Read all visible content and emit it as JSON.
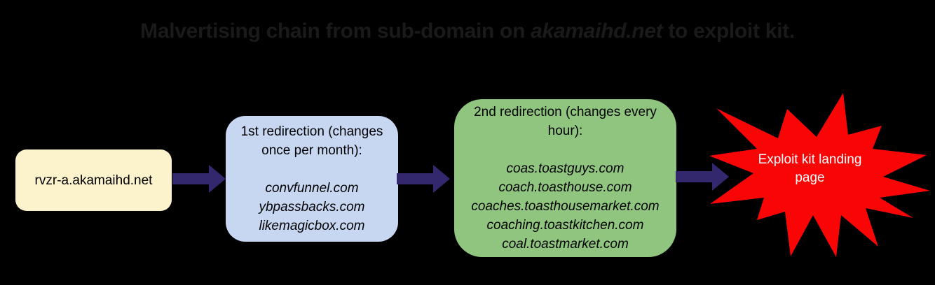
{
  "title": {
    "prefix": "Malvertising chain from sub-domain on ",
    "emphasis": "akamaihd.net",
    "suffix": " to exploit kit."
  },
  "colors": {
    "background": "#000000",
    "title_text": "#1a1a1a",
    "arrow": "#33276E",
    "source_fill": "#FCF2CC",
    "redirect1_fill": "#C7D7F2",
    "redirect2_fill": "#8FC57E",
    "explosion_fill": "#FA0505",
    "explosion_text": "#FFFFFF",
    "box_text": "#000000"
  },
  "nodes": {
    "source": {
      "label": "rvzr-a.akamaihd.net"
    },
    "redirect1": {
      "heading": "1st redirection (changes once per month):",
      "domains": [
        "convfunnel.com",
        "ybpassbacks.com",
        "likemagicbox.com"
      ]
    },
    "redirect2": {
      "heading": "2nd redirection (changes every hour):",
      "domains": [
        "coas.toastguys.com",
        "coach.toasthouse.com",
        "coaches.toasthousemarket.com",
        "coaching.toastkitchen.com",
        "coal.toastmarket.com"
      ]
    },
    "exploit": {
      "label": "Exploit kit landing page"
    }
  }
}
